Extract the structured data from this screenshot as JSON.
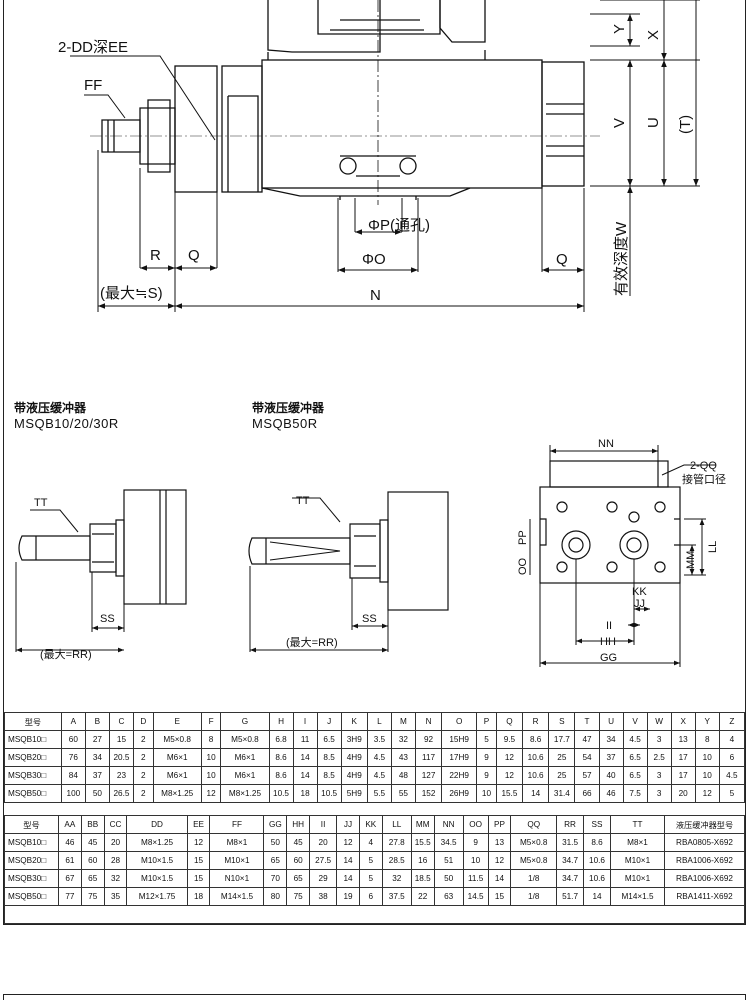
{
  "top_drawing": {
    "labels": {
      "dd_depth": "2-DD深EE",
      "ff": "FF",
      "r": "R",
      "q_left": "Q",
      "s_max": "(最大≒S)",
      "phi_p": "ΦP(通孔)",
      "phi_o": "ΦO",
      "n": "N",
      "q_right": "Q",
      "y": "Y",
      "x": "X",
      "v": "V",
      "u": "U",
      "t": "(T)",
      "w": "有效深度W"
    }
  },
  "buffer_small": {
    "title": "带液压缓冲器",
    "model": "MSQB10/20/30R",
    "labels": {
      "tt": "TT",
      "ss": "SS",
      "rr": "(最大=RR)"
    }
  },
  "buffer_large": {
    "title": "带液压缓冲器",
    "model": "MSQB50R",
    "labels": {
      "tt": "TT",
      "ss": "SS",
      "rr": "(最大=RR)"
    }
  },
  "end_view": {
    "labels": {
      "nn": "NN",
      "qq": "2-QQ",
      "qq_note": "接管口径",
      "pp": "PP",
      "oo": "OO",
      "ll": "LL",
      "mm": "MM",
      "kk": "KK",
      "jj": "JJ",
      "ii": "II",
      "hh": "HH",
      "gg": "GG"
    }
  },
  "table1": {
    "headers": [
      "型号",
      "A",
      "B",
      "C",
      "D",
      "E",
      "F",
      "G",
      "H",
      "I",
      "J",
      "K",
      "L",
      "M",
      "N",
      "O",
      "P",
      "Q",
      "R",
      "S",
      "T",
      "U",
      "V",
      "W",
      "X",
      "Y",
      "Z"
    ],
    "rows": [
      [
        "MSQB10□",
        "60",
        "27",
        "15",
        "2",
        "M5×0.8",
        "8",
        "M5×0.8",
        "6.8",
        "11",
        "6.5",
        "3H9",
        "3.5",
        "32",
        "92",
        "15H9",
        "5",
        "9.5",
        "8.6",
        "17.7",
        "47",
        "34",
        "4.5",
        "3",
        "13",
        "8",
        "4"
      ],
      [
        "MSQB20□",
        "76",
        "34",
        "20.5",
        "2",
        "M6×1",
        "10",
        "M6×1",
        "8.6",
        "14",
        "8.5",
        "4H9",
        "4.5",
        "43",
        "117",
        "17H9",
        "9",
        "12",
        "10.6",
        "25",
        "54",
        "37",
        "6.5",
        "2.5",
        "17",
        "10",
        "6"
      ],
      [
        "MSQB30□",
        "84",
        "37",
        "23",
        "2",
        "M6×1",
        "10",
        "M6×1",
        "8.6",
        "14",
        "8.5",
        "4H9",
        "4.5",
        "48",
        "127",
        "22H9",
        "9",
        "12",
        "10.6",
        "25",
        "57",
        "40",
        "6.5",
        "3",
        "17",
        "10",
        "4.5"
      ],
      [
        "MSQB50□",
        "100",
        "50",
        "26.5",
        "2",
        "M8×1.25",
        "12",
        "M8×1.25",
        "10.5",
        "18",
        "10.5",
        "5H9",
        "5.5",
        "55",
        "152",
        "26H9",
        "10",
        "15.5",
        "14",
        "31.4",
        "66",
        "46",
        "7.5",
        "3",
        "20",
        "12",
        "5"
      ]
    ]
  },
  "table2": {
    "headers": [
      "型号",
      "AA",
      "BB",
      "CC",
      "DD",
      "EE",
      "FF",
      "GG",
      "HH",
      "II",
      "JJ",
      "KK",
      "LL",
      "MM",
      "NN",
      "OO",
      "PP",
      "QQ",
      "RR",
      "SS",
      "TT",
      "液压缓冲器型号"
    ],
    "rows": [
      [
        "MSQB10□",
        "46",
        "45",
        "20",
        "M8×1.25",
        "12",
        "M8×1",
        "50",
        "45",
        "20",
        "12",
        "4",
        "27.8",
        "15.5",
        "34.5",
        "9",
        "13",
        "M5×0.8",
        "31.5",
        "8.6",
        "M8×1",
        "RBA0805-X692"
      ],
      [
        "MSQB20□",
        "61",
        "60",
        "28",
        "M10×1.5",
        "15",
        "M10×1",
        "65",
        "60",
        "27.5",
        "14",
        "5",
        "28.5",
        "16",
        "51",
        "10",
        "12",
        "M5×0.8",
        "34.7",
        "10.6",
        "M10×1",
        "RBA1006-X692"
      ],
      [
        "MSQB30□",
        "67",
        "65",
        "32",
        "M10×1.5",
        "15",
        "N10×1",
        "70",
        "65",
        "29",
        "14",
        "5",
        "32",
        "18.5",
        "50",
        "11.5",
        "14",
        "1/8",
        "34.7",
        "10.6",
        "M10×1",
        "RBA1006-X692"
      ],
      [
        "MSQB50□",
        "77",
        "75",
        "35",
        "M12×1.75",
        "18",
        "M14×1.5",
        "80",
        "75",
        "38",
        "19",
        "6",
        "37.5",
        "22",
        "63",
        "14.5",
        "15",
        "1/8",
        "51.7",
        "14",
        "M14×1.5",
        "RBA1411-X692"
      ]
    ]
  }
}
